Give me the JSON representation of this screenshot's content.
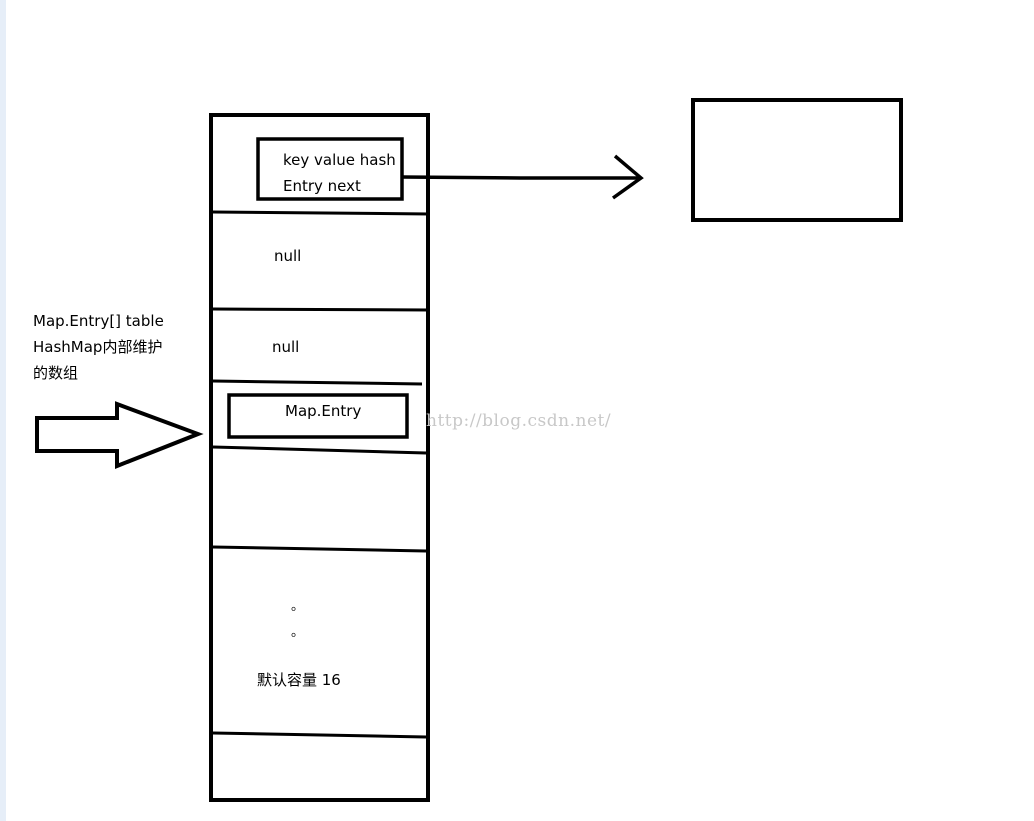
{
  "colors": {
    "ink": "#000000",
    "background": "#ffffff",
    "left_border": "#e6eef8",
    "watermark": "#c8c8c8"
  },
  "entry_cell": {
    "line1": "key  value hash",
    "line2": "Entry   next"
  },
  "slots": {
    "slot2": "null",
    "slot3": "null",
    "slot4": "Map.Entry",
    "ellipsis1": "。",
    "ellipsis2": "。",
    "capacity": "默认容量 16"
  },
  "side_label": {
    "line1": "Map.Entry[] table",
    "line2": "HashMap内部维护",
    "line3": "的数组"
  },
  "watermark": "http://blog.csdn.net/"
}
